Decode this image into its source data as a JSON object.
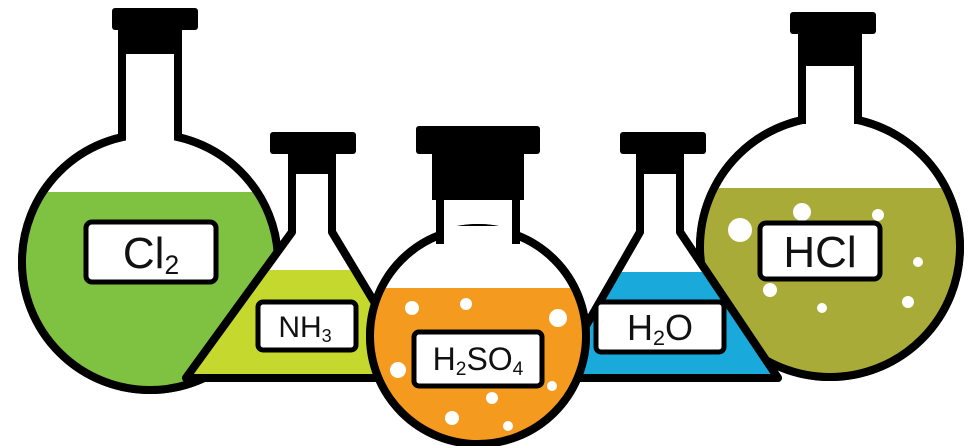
{
  "colors": {
    "outline": "#000000",
    "cap": "#000000",
    "glass": "#ffffff",
    "label_bg": "#ffffff",
    "cl2_liquid": "#7fc241",
    "nh3_liquid": "#c5d82e",
    "h2so4_liquid": "#f39a1f",
    "h2o_liquid": "#19a9da",
    "hcl_liquid": "#a8ab38",
    "bubble": "#ffffff"
  },
  "flasks": {
    "cl2": {
      "main": "Cl",
      "sub": "2",
      "tail": ""
    },
    "nh3": {
      "main": "NH",
      "sub": "3",
      "tail": ""
    },
    "h2so4": {
      "main": "H",
      "sub": "2",
      "mid": "SO",
      "sub2": "4"
    },
    "h2o": {
      "main": "H",
      "sub": "2",
      "tail": "O"
    },
    "hcl": {
      "main": "HCl"
    }
  }
}
